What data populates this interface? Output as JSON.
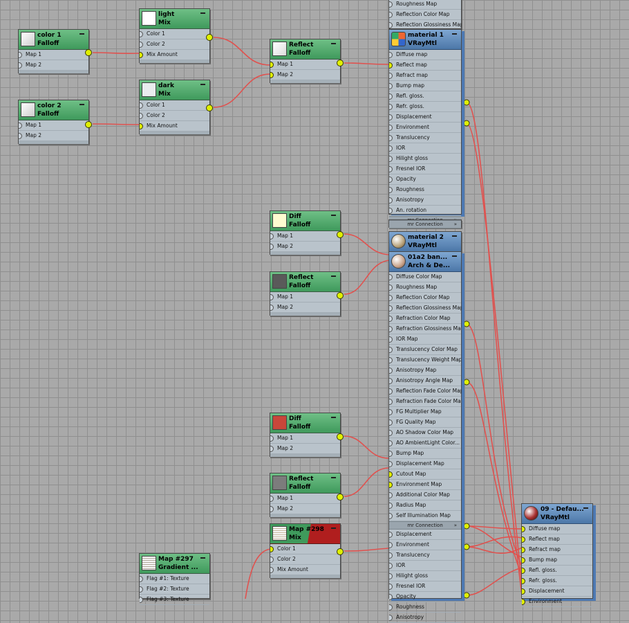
{
  "colors": {
    "wire": "#e0524f",
    "active_pin": "#e0f000",
    "node_body": "#b9c3cb"
  },
  "top_fragment": {
    "rows": [
      "Roughness Map",
      "Reflection Color Map",
      "Reflection Glossiness Map"
    ]
  },
  "nodes": {
    "color1": {
      "title": "color 1",
      "type": "Falloff",
      "rows": [
        "Map 1",
        "Map 2"
      ]
    },
    "color2": {
      "title": "color 2",
      "type": "Falloff",
      "rows": [
        "Map 1",
        "Map 2"
      ]
    },
    "light": {
      "title": "light",
      "type": "Mix",
      "rows": [
        "Color 1",
        "Color 2",
        "Mix Amount"
      ]
    },
    "dark": {
      "title": "dark",
      "type": "Mix",
      "rows": [
        "Color 1",
        "Color 2",
        "Mix Amount"
      ]
    },
    "reflect1": {
      "title": "Reflect",
      "type": "Falloff",
      "rows": [
        "Map 1",
        "Map 2"
      ]
    },
    "material1": {
      "title": "material 1",
      "type": "VRayMtl",
      "rows": [
        "Diffuse map",
        "Reflect map",
        "Refract map",
        "Bump map",
        "Refl. gloss.",
        "Refr. gloss.",
        "Displacement",
        "Environment",
        "Translucency",
        "IOR",
        "Hilight gloss",
        "Fresnel IOR",
        "Opacity",
        "Roughness",
        "Anisotropy",
        "An. rotation"
      ],
      "mr": "mr Connection",
      "mr2": "mr Connection"
    },
    "diff1": {
      "title": "Diff",
      "type": "Falloff",
      "rows": [
        "Map 1",
        "Map 2"
      ]
    },
    "reflect2": {
      "title": "Reflect",
      "type": "Falloff",
      "rows": [
        "Map 1",
        "Map 2"
      ]
    },
    "material2": {
      "title": "material 2",
      "type": "VRayMtl"
    },
    "arch": {
      "title": "01a2 ban...",
      "type": "Arch & De...",
      "rows": [
        "Diffuse Color Map",
        "Roughness Map",
        "Reflection Color Map",
        "Reflection Glossiness Map",
        "Refraction Color Map",
        "Refraction Glossiness Map",
        "IOR Map",
        "Translucency Color Map",
        "Translucency Weight Map",
        "Anisotropy Map",
        "Anisotropy Angle Map",
        "Reflection Fade Color Map",
        "Refraction Fade Color Map",
        "FG Multiplier Map",
        "FG Quality Map",
        "AO Shadow Color Map",
        "AO AmbientLight Color...",
        "Bump Map",
        "Displacement Map",
        "Cutout Map",
        "Environment Map",
        "Additional Color Map",
        "Radius Map",
        "Self Illumination Map"
      ],
      "mr": "mr Connection",
      "tail_rows": [
        "Displacement",
        "Environment",
        "Translucency",
        "IOR",
        "Hilight gloss",
        "Fresnel IOR",
        "Opacity",
        "Roughness",
        "Anisotropy"
      ]
    },
    "diff2": {
      "title": "Diff",
      "type": "Falloff",
      "rows": [
        "Map 1",
        "Map 2"
      ]
    },
    "reflect3": {
      "title": "Reflect",
      "type": "Falloff",
      "rows": [
        "Map 1",
        "Map 2"
      ]
    },
    "map298": {
      "title": "Map #298",
      "type": "Mix",
      "rows": [
        "Color 1",
        "Color 2",
        "Mix Amount"
      ]
    },
    "map297": {
      "title": "Map #297",
      "type": "Gradient ...",
      "rows": [
        "Flag #1: Texture",
        "Flag #2: Texture",
        "Flag #3: Texture"
      ]
    },
    "default09": {
      "title": "09 - Defau...",
      "type": "VRayMtl",
      "rows": [
        "Diffuse map",
        "Reflect map",
        "Refract map",
        "Bump map",
        "Refl. gloss.",
        "Refr. gloss.",
        "Displacement",
        "Environment"
      ]
    }
  }
}
